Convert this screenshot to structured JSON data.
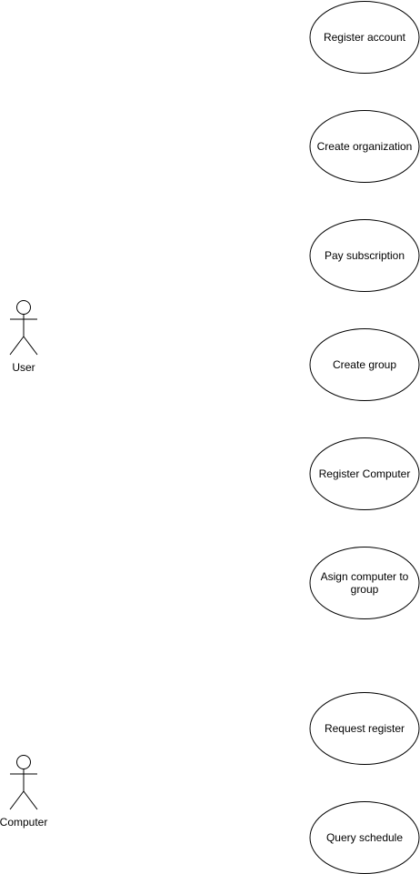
{
  "diagram": {
    "actors": [
      {
        "id": "user",
        "label": "User"
      },
      {
        "id": "computer",
        "label": "Computer"
      }
    ],
    "use_cases": [
      {
        "id": "register-account",
        "label": "Register account"
      },
      {
        "id": "create-organization",
        "label": "Create organization"
      },
      {
        "id": "pay-subscription",
        "label": "Pay subscription"
      },
      {
        "id": "create-group",
        "label": "Create group"
      },
      {
        "id": "register-computer",
        "label": "Register Computer"
      },
      {
        "id": "asign-computer-to-group",
        "label": "Asign computer to group"
      },
      {
        "id": "request-register",
        "label": "Request register"
      },
      {
        "id": "query-schedule",
        "label": "Query schedule"
      }
    ],
    "colors": {
      "stroke": "#000000",
      "fill": "#ffffff",
      "text": "#000000"
    }
  }
}
